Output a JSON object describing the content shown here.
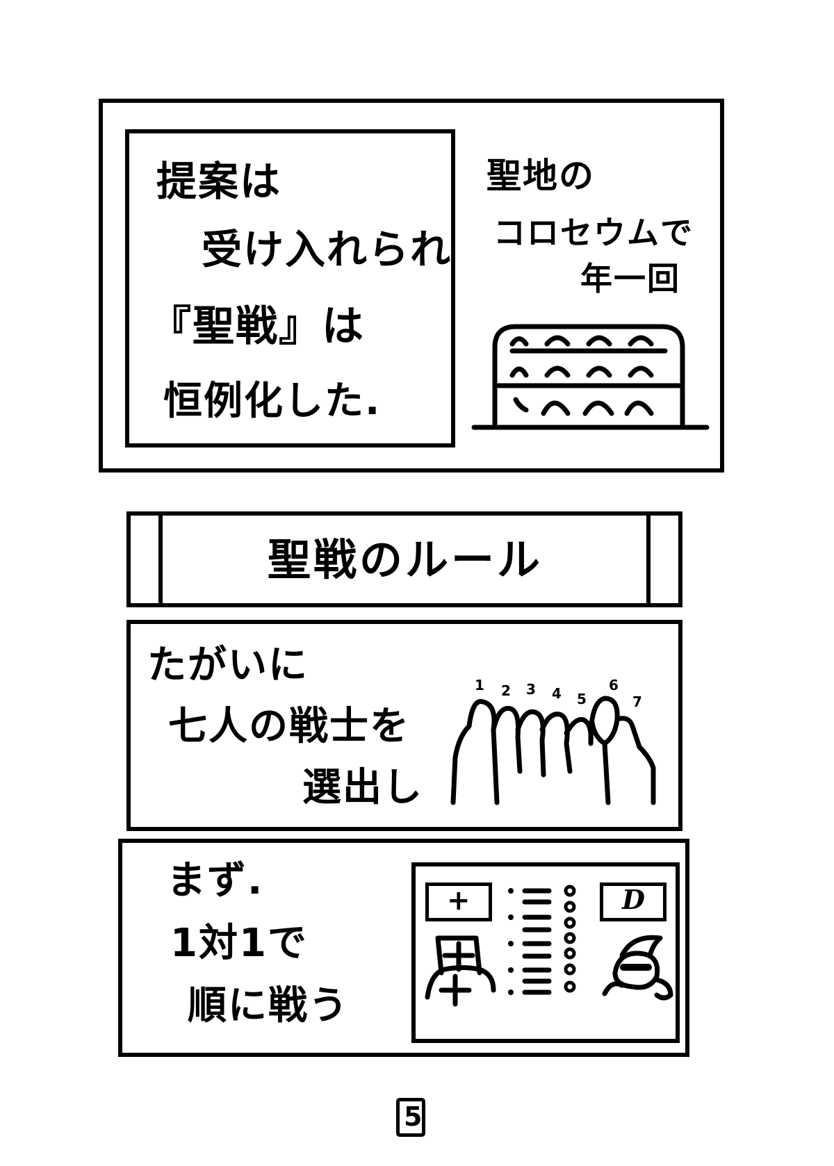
{
  "panel1": {
    "caption_lines": [
      "提案は",
      "受け入れられ",
      "『聖戦』は",
      "恒例化した."
    ],
    "side_lines": [
      "聖地の",
      "コロセウムで",
      "年一回"
    ]
  },
  "panel2": {
    "title": "聖戦のルール"
  },
  "panel3": {
    "lines": [
      "たがいに",
      "七人の戦士を",
      "選出し"
    ],
    "warrior_numbers": [
      "1",
      "2",
      "3",
      "4",
      "5",
      "6",
      "7"
    ]
  },
  "panel4": {
    "lines": [
      "まず.",
      "1対1で",
      "順に戦う"
    ],
    "left_emblem": "+",
    "right_emblem": "D"
  },
  "page_number": "5"
}
